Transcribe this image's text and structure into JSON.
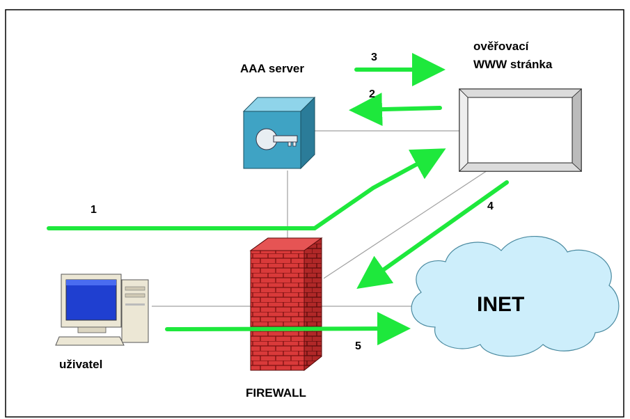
{
  "labels": {
    "aaa_server": "AAA server",
    "auth_page_line1": "ověřovací",
    "auth_page_line2": "WWW stránka",
    "user": "uživatel",
    "firewall": "FIREWALL",
    "internet": "INET"
  },
  "steps": [
    "1",
    "2",
    "3",
    "4",
    "5"
  ],
  "colors": {
    "arrow": "#1ee83c",
    "firewall_brick": "#d93a3a",
    "server_box": "#3fa3c4",
    "cloud": "#cdeefb",
    "connector": "#a0a0a0",
    "frame": "#000000"
  }
}
